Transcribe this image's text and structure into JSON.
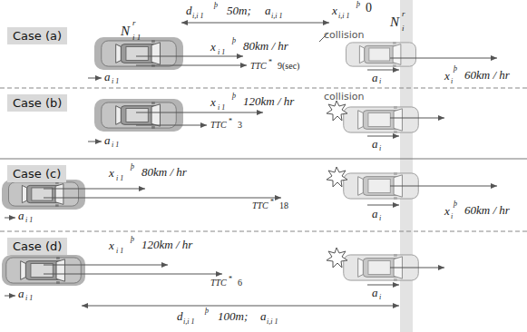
{
  "diagram": {
    "nodes": [
      {
        "text": [
          "Case (a)"
        ]
      },
      {
        "text": [
          "Case (b)"
        ]
      },
      {
        "text": [
          "Case (c)"
        ]
      },
      {
        "text": [
          "Case (d)"
        ]
      }
    ],
    "labels": [
      "N",
      "r",
      "i 1",
      "d",
      "i,i 1",
      "þ",
      "50m;",
      "a",
      "i,i 1",
      "x",
      "i,i 1",
      "þ",
      "0",
      "collision",
      "N",
      "r",
      "i",
      "x",
      "i 1",
      "þ",
      "80km / hr",
      "TTC",
      "*",
      "9(sec)",
      "a",
      "i 1",
      "a",
      "i",
      "x",
      "i",
      "þ",
      "60km / hr",
      "x",
      "i 1",
      "þ",
      "120km / hr",
      "collision",
      "TTC",
      "*",
      "3",
      "a",
      "i 1",
      "a",
      "i",
      "x",
      "i 1",
      "þ",
      "80km / hr",
      "TTC",
      "*",
      "18",
      "a",
      "i 1",
      "a",
      "i",
      "x",
      "i",
      "þ",
      "60km / hr",
      "x",
      "i 1",
      "þ",
      "120km / hr",
      "TTC",
      "*",
      "6",
      "a",
      "i 1",
      "a",
      "i",
      "d",
      "i,i 1",
      "þ",
      "100m;",
      "a",
      "i,i 1"
    ]
  }
}
